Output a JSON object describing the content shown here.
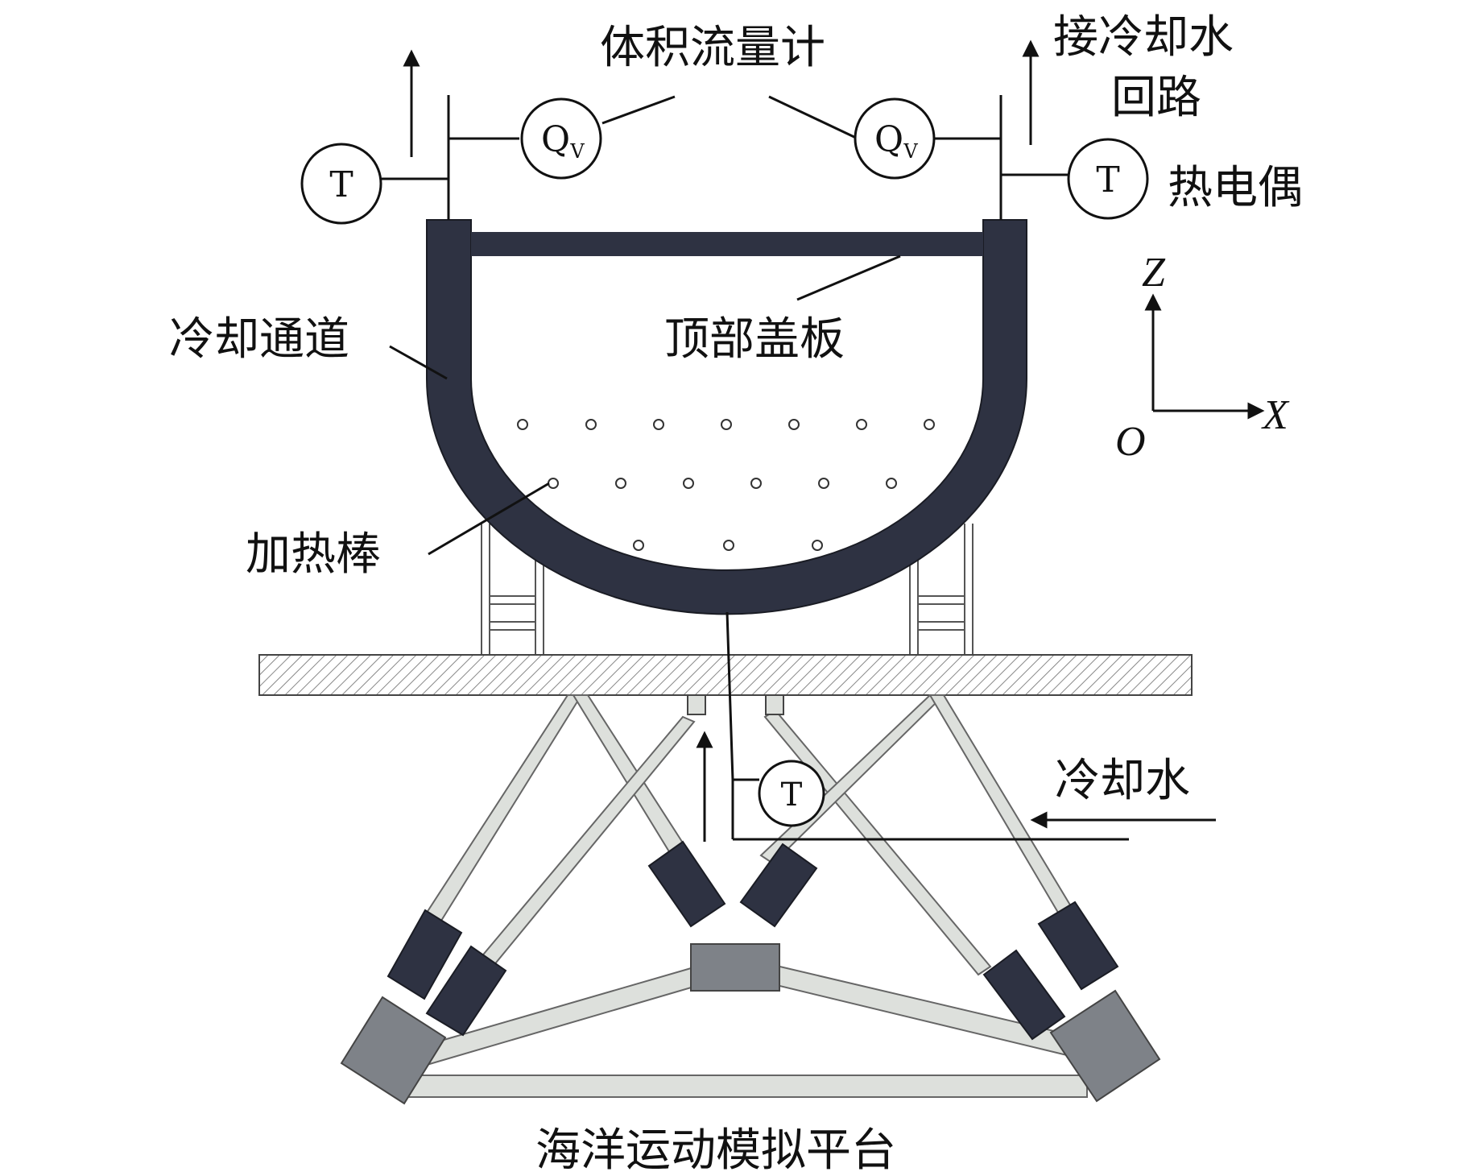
{
  "labels": {
    "flowmeter": "体积流量计",
    "cooling_return": [
      "接冷却水",
      "回路"
    ],
    "thermocouple": "热电偶",
    "cooling_channel": "冷却通道",
    "top_cover": "顶部盖板",
    "heater_rod": "加热棒",
    "cooling_water": "冷却水",
    "platform": "海洋运动模拟平台"
  },
  "symbols": {
    "temperature": "T",
    "flow_main": "Q",
    "flow_sub": "V"
  },
  "axes": {
    "z": "Z",
    "x": "X",
    "origin": "O"
  },
  "colors": {
    "vessel": "#2e3242",
    "actuator": "#2e3242",
    "strut": "#d9dcd8",
    "joint": "#7e8288",
    "line": "#111111"
  }
}
